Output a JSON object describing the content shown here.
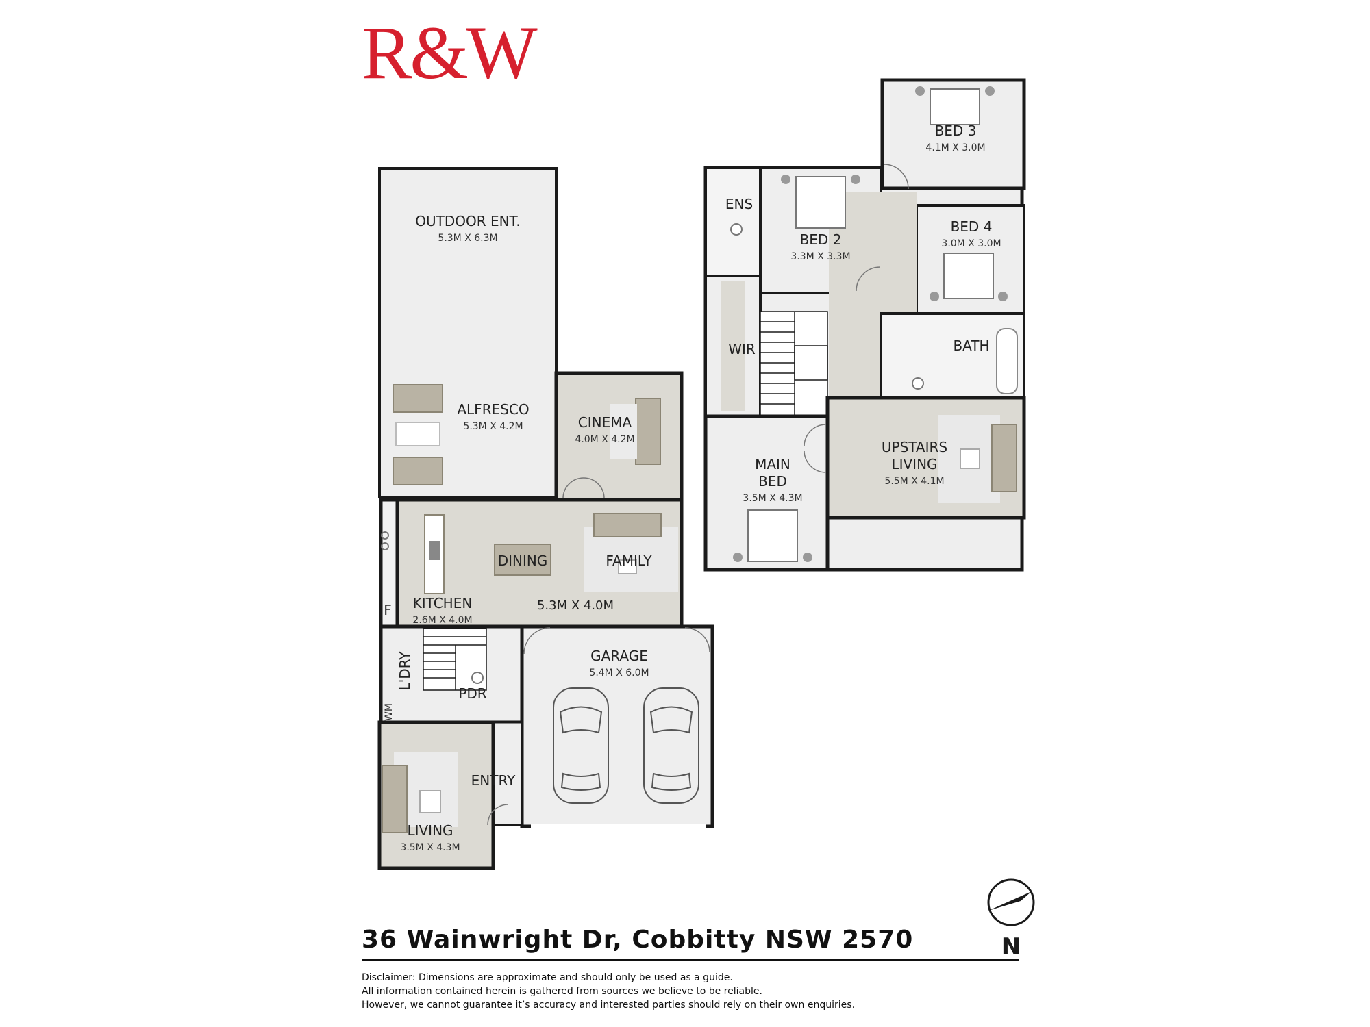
{
  "brand": {
    "logo_text": "R&W",
    "logo_color": "#d6202e"
  },
  "address": "36 Wainwright Dr, Cobbitty NSW 2570",
  "compass": {
    "label": "N"
  },
  "disclaimer": [
    "Disclaimer: Dimensions are approximate and should only be used as a guide.",
    "All information contained herein is gathered from sources we believe to be reliable.",
    "However, we cannot guarantee it’s accuracy and interested parties should rely on their own enquiries."
  ],
  "colors": {
    "wall": "#1a1a1a",
    "room_fill": "#e8e8e8",
    "open_fill": "#dcdad3",
    "furniture": "#b9b3a4"
  },
  "ground_floor": {
    "outdoor_ent": {
      "name": "OUTDOOR ENT.",
      "dim": "5.3M X 6.3M"
    },
    "alfresco": {
      "name": "ALFRESCO",
      "dim": "5.3M X 4.2M"
    },
    "cinema": {
      "name": "CINEMA",
      "dim": "4.0M X 4.2M"
    },
    "dining": {
      "name": "DINING"
    },
    "family": {
      "name": "FAMILY",
      "dim": "5.3M X 4.0M"
    },
    "kitchen": {
      "name": "KITCHEN",
      "dim": "2.6M X 4.0M"
    },
    "fridge": {
      "name": "F"
    },
    "laundry": {
      "name": "L'DRY"
    },
    "wm": {
      "name": "WM"
    },
    "powder": {
      "name": "PDR"
    },
    "garage": {
      "name": "GARAGE",
      "dim": "5.4M X 6.0M"
    },
    "entry": {
      "name": "ENTRY"
    },
    "living": {
      "name": "LIVING",
      "dim": "3.5M X 4.3M"
    }
  },
  "first_floor": {
    "bed3": {
      "name": "BED 3",
      "dim": "4.1M X 3.0M"
    },
    "ens": {
      "name": "ENS"
    },
    "bed2": {
      "name": "BED 2",
      "dim": "3.3M X 3.3M"
    },
    "bed4": {
      "name": "BED 4",
      "dim": "3.0M X 3.0M"
    },
    "bath": {
      "name": "BATH"
    },
    "wir": {
      "name": "WIR"
    },
    "main_bed": {
      "name_line1": "MAIN",
      "name_line2": "BED",
      "dim": "3.5M X 4.3M"
    },
    "upstairs_living": {
      "name_line1": "UPSTAIRS",
      "name_line2": "LIVING",
      "dim": "5.5M X 4.1M"
    }
  }
}
